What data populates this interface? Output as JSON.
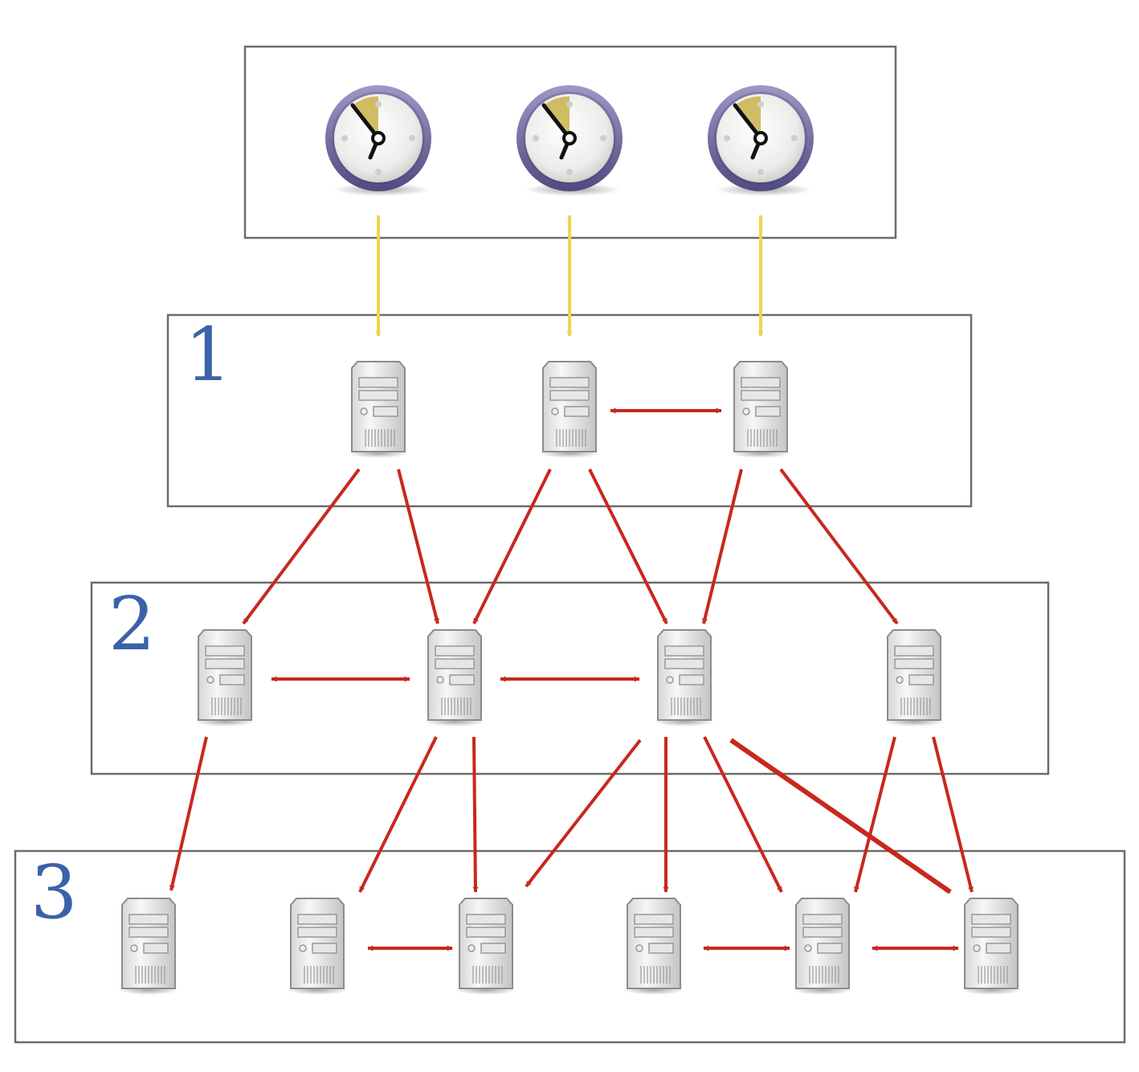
{
  "colors": {
    "tier_label": "#3a62a8",
    "sync_arrow": "#ecd64a",
    "peer_arrow": "#c8281e",
    "clock_rim": "#6e6aa0",
    "clock_sector": "#c9b24a"
  },
  "icons": {
    "reference": "clock-icon",
    "node": "server-icon"
  },
  "reference_clocks": 3,
  "tiers": [
    {
      "label": "1",
      "servers": 3
    },
    {
      "label": "2",
      "servers": 4
    },
    {
      "label": "3",
      "servers": 6
    }
  ]
}
